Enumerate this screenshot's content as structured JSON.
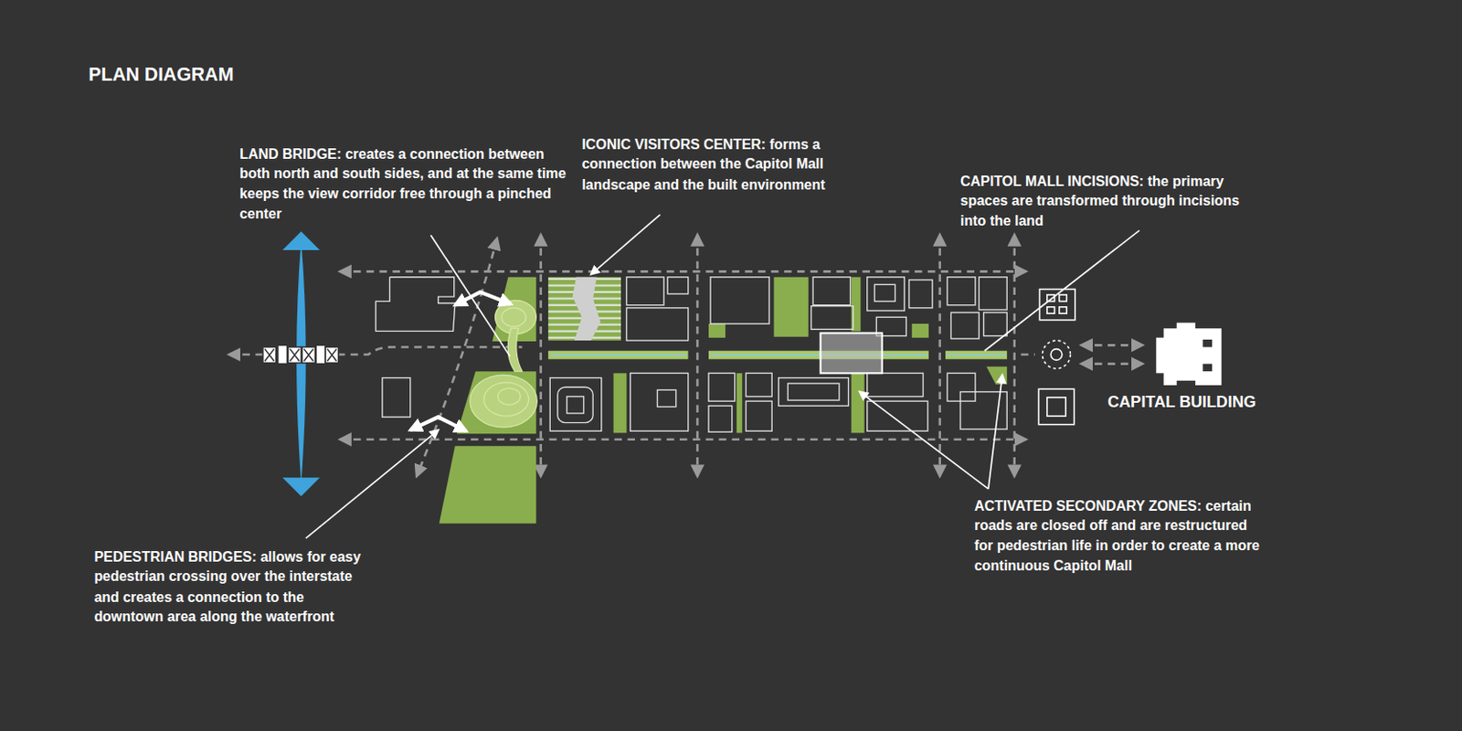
{
  "diagram": {
    "title": "PLAN DIAGRAM",
    "labels": [
      "LAND BRIDGE: creates a connection between both north and south sides, and at the same time keeps the view corridor free through a pinched center",
      "ICONIC VISITORS CENTER: forms a connection between the Capitol Mall landscape and the built environment",
      "CAPITOL MALL INCISIONS: the primary spaces are transformed through incisions into the land",
      "PEDESTRIAN BRIDGES: allows for easy pedestrian crossing over the interstate and creates a connection to the downtown area along the waterfront",
      "ACTIVATED SECONDARY ZONES: certain roads are closed off and are restructured for pedestrian life in order to create a more continuous Capitol Mall",
      "CAPITAL BUILDING"
    ]
  }
}
